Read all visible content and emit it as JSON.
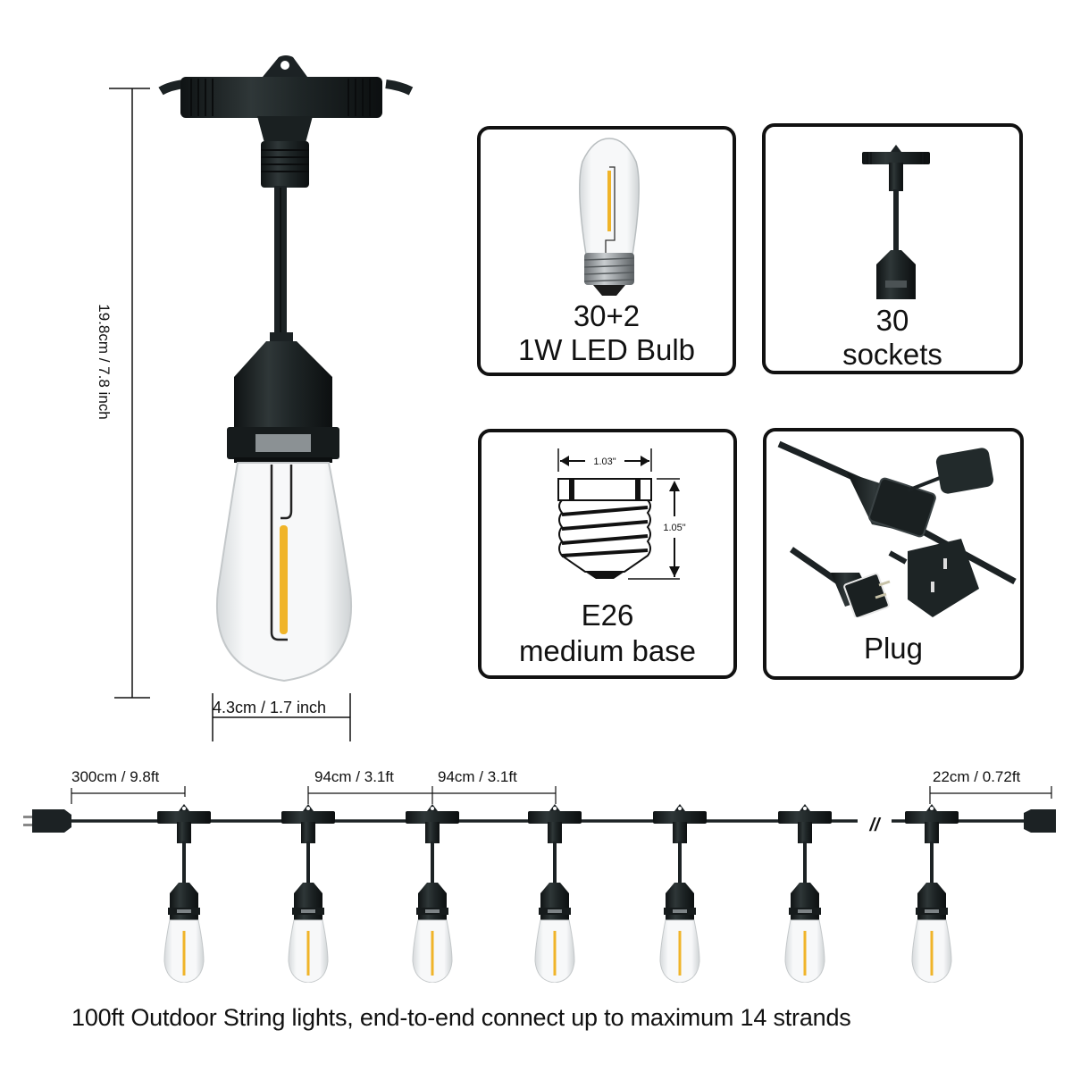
{
  "hero": {
    "height_label": "19.8cm / 7.8 inch",
    "width_label": "4.3cm / 1.7 inch"
  },
  "cards": [
    {
      "id": "bulb",
      "line1": "30+2",
      "line2": "1W LED Bulb",
      "icon": "led-bulb-icon"
    },
    {
      "id": "sockets",
      "line1": "30",
      "line2": "sockets",
      "icon": "socket-icon"
    },
    {
      "id": "base",
      "line1": "E26",
      "line2": "medium base",
      "icon": "e26-base-icon",
      "dim_width": "1.03\"",
      "dim_height": "1.05\""
    },
    {
      "id": "plug",
      "line1": "Plug",
      "line2": "",
      "icon": "plug-icon"
    }
  ],
  "strand": {
    "lead_length": "300cm / 9.8ft",
    "spacing_1": "94cm / 3.1ft",
    "spacing_2": "94cm / 3.1ft",
    "tail_length": "22cm / 0.72ft",
    "break_mark": "//",
    "bulb_count_shown": 7
  },
  "caption": "100ft Outdoor String lights, end-to-end connect up to maximum 14 strands",
  "colors": {
    "cord": "#1c2224",
    "filament": "#f0b429",
    "glass": "#f4f6f7",
    "outline": "#111111"
  }
}
